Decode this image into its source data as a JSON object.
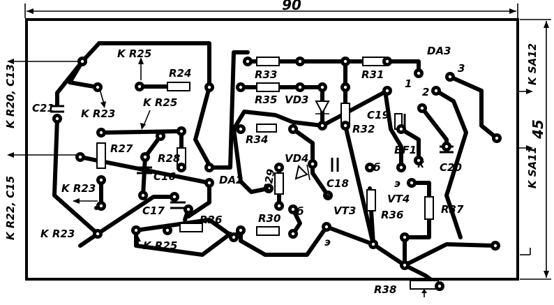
{
  "dimensions": {
    "width_label": "90",
    "height_label": "45"
  },
  "left_edge": {
    "top_label": "K R20, C13",
    "bottom_label": "K R22, C15"
  },
  "right_edge": {
    "top_label": "K SA12",
    "bottom_label": "K SA11"
  },
  "labels": {
    "da3": "DA3",
    "da2": "DA2",
    "kr25_top": "K R25",
    "kr25_mid": "K R25",
    "kr25_bot": "K R25",
    "kr23_a": "K R23",
    "kr23_b": "K R23",
    "kr23_c": "K R23",
    "r24": "R24",
    "r33": "R33",
    "r31": "R31",
    "r35": "R35",
    "vd3": "VD3",
    "r34": "R34",
    "r32": "R32",
    "c19": "C19",
    "c21": "C21",
    "r27": "R27",
    "r28": "R28",
    "c16": "C16",
    "r29": "R29",
    "vd4": "VD4",
    "c18": "C18",
    "c17": "C17",
    "r26": "R26",
    "r30": "R30",
    "vt3": "VT3",
    "vt4": "VT4",
    "r36": "R36",
    "r37": "R37",
    "r38": "R38",
    "bf1": "BF1",
    "c20": "C20",
    "pin1": "1",
    "pin2": "2",
    "pin3": "3",
    "b_vt3": "б",
    "e_vt3": "э",
    "k_vt3": "к",
    "b_vt4": "б",
    "e_vt4": "э",
    "k_bf1": "к"
  }
}
